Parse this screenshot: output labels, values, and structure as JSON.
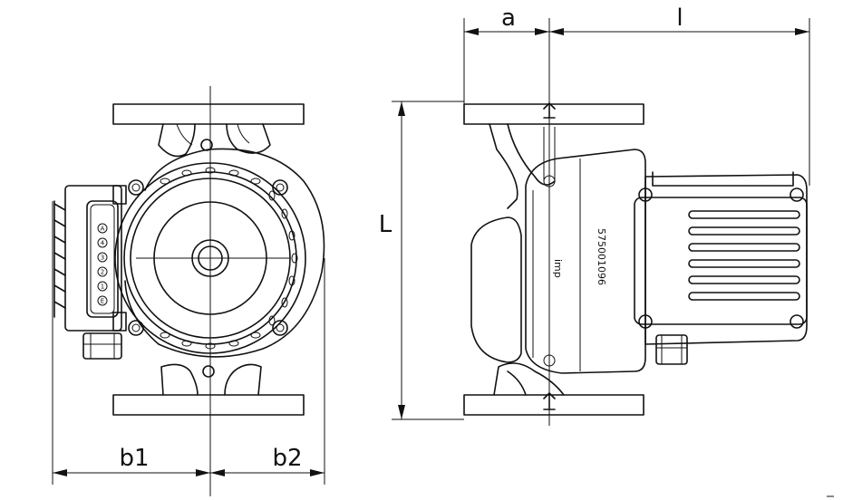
{
  "dimensions": {
    "a": "a",
    "l_small": "l",
    "L": "L",
    "b1": "b1",
    "b2": "b2"
  },
  "labels": {
    "brand": "imp",
    "serial": "575001096",
    "speed_buttons": [
      "E",
      "1",
      "2",
      "3",
      "4",
      "A"
    ]
  }
}
